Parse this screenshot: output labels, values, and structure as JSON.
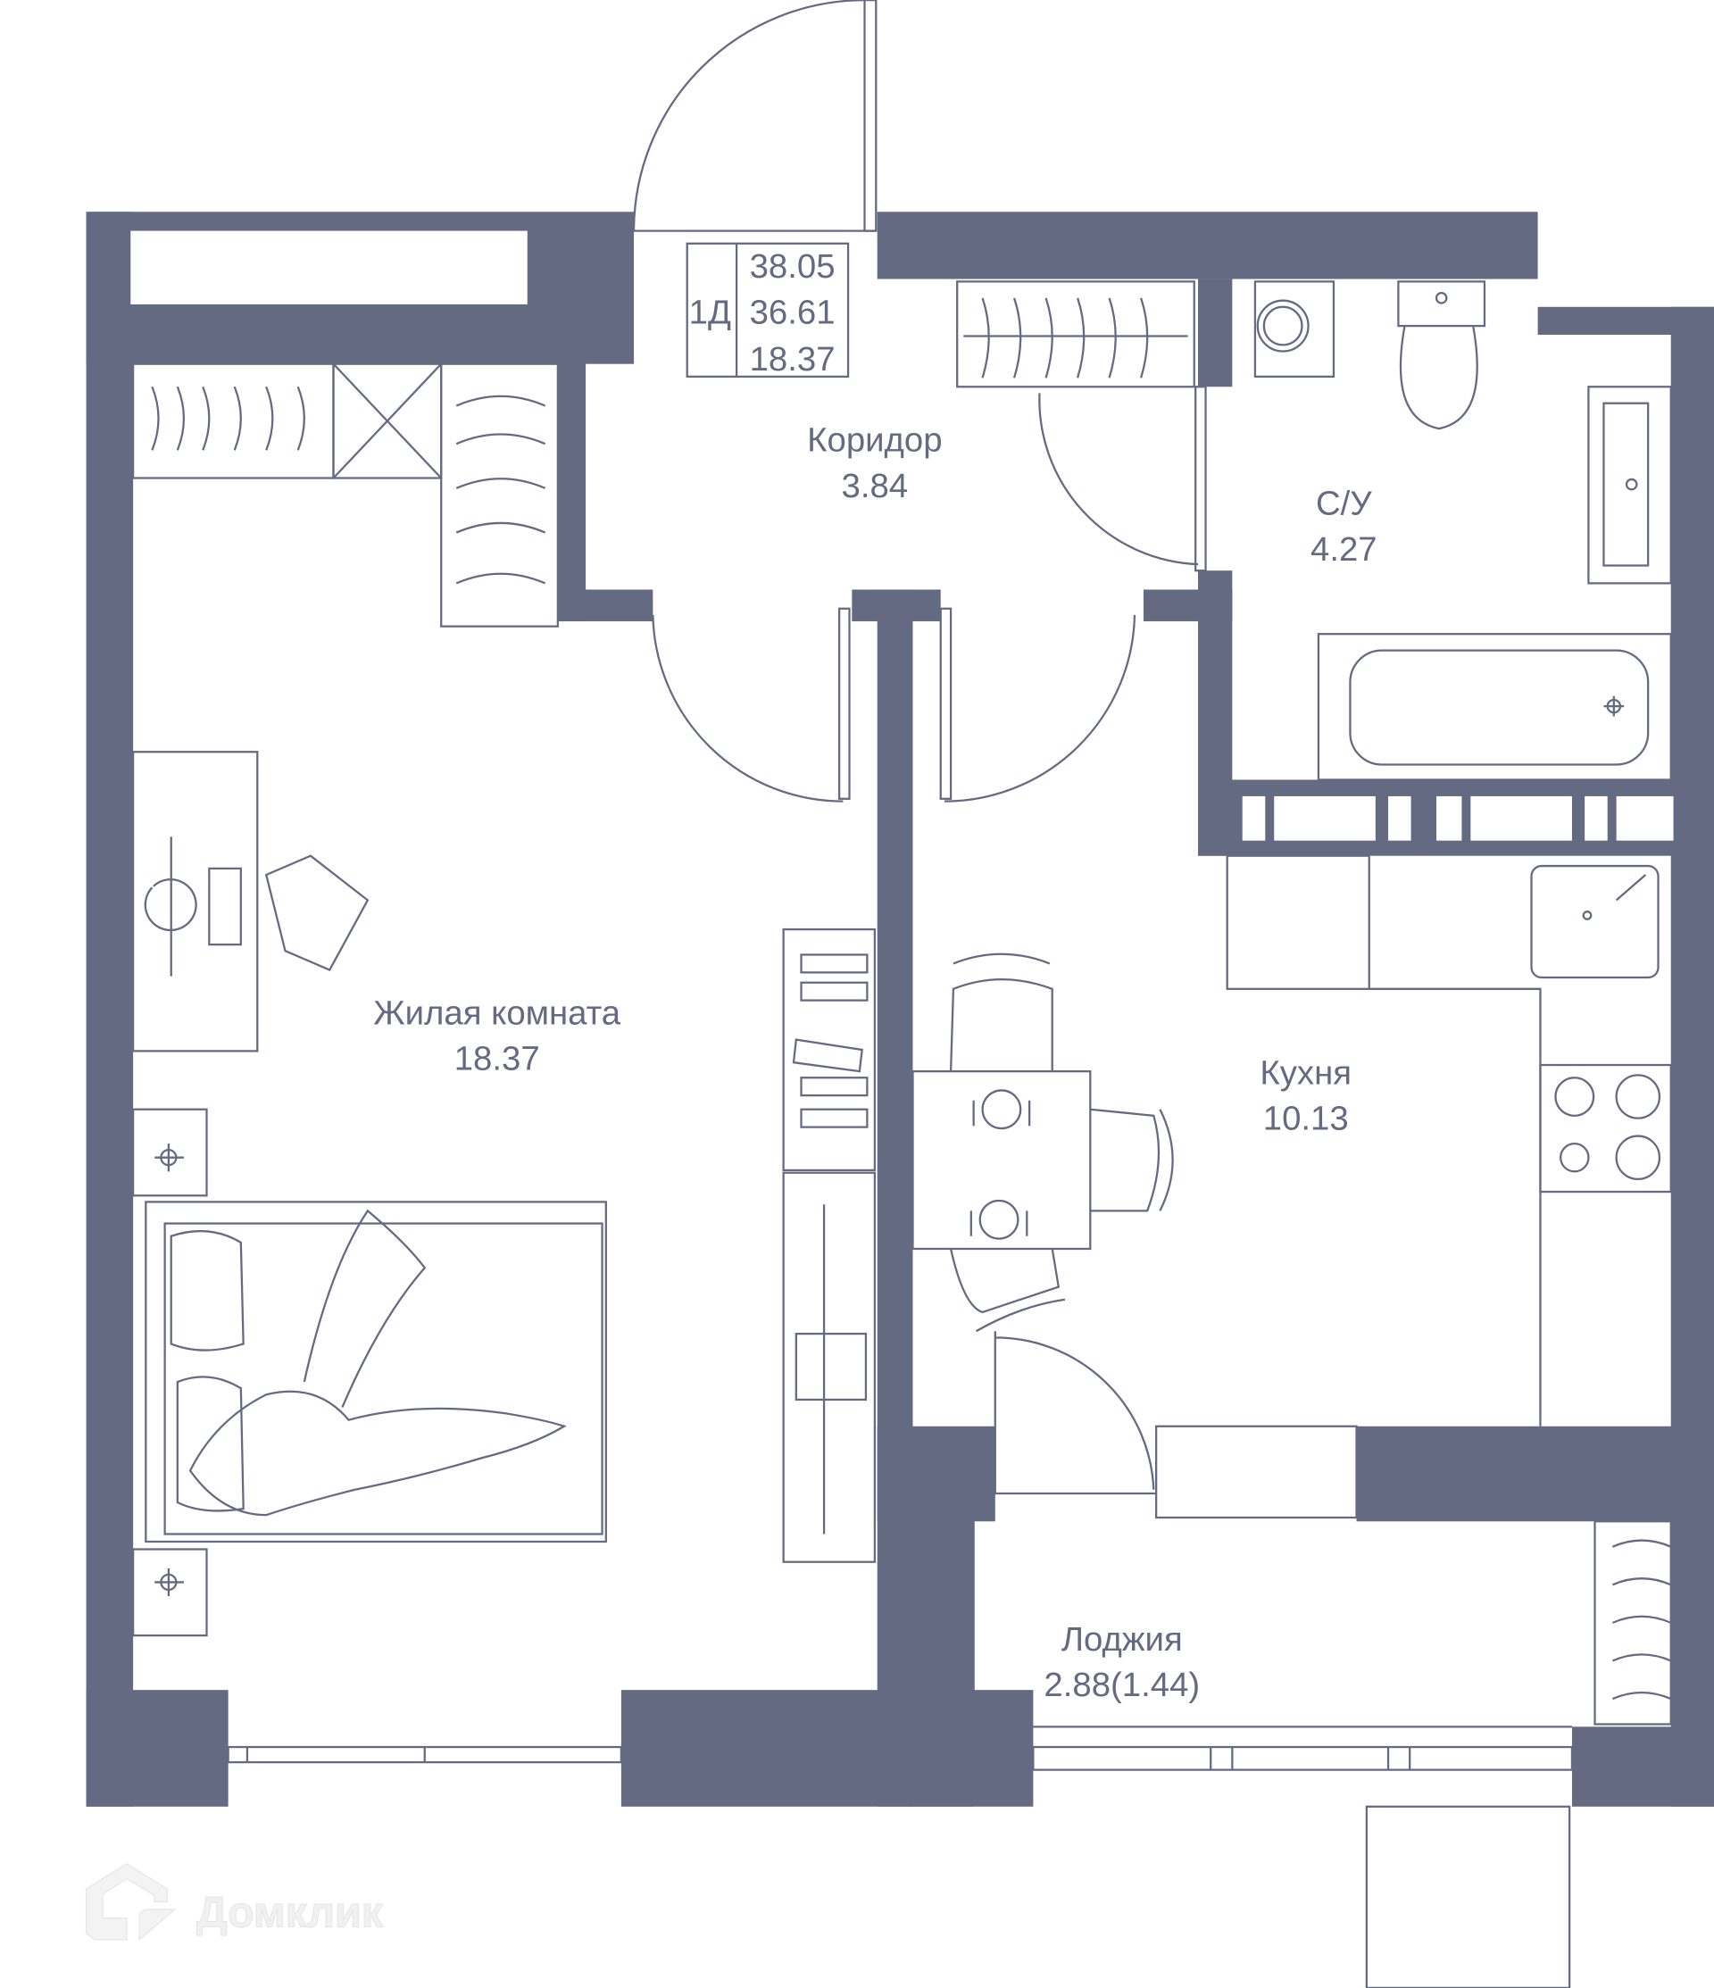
{
  "plan": {
    "type_code": "1Д",
    "total_area": "38.05",
    "area_without_balcony": "36.61",
    "living_area": "18.37"
  },
  "rooms": [
    {
      "name": "Коридор",
      "area": "3.84"
    },
    {
      "name": "С/У",
      "area": "4.27"
    },
    {
      "name": "Жилая комната",
      "area": "18.37"
    },
    {
      "name": "Кухня",
      "area": "10.13"
    },
    {
      "name": "Лоджия",
      "area": "2.88(1.44)"
    }
  ],
  "watermark": "Домклик",
  "colors": {
    "wall": "#646a82",
    "background": "#ffffff"
  }
}
